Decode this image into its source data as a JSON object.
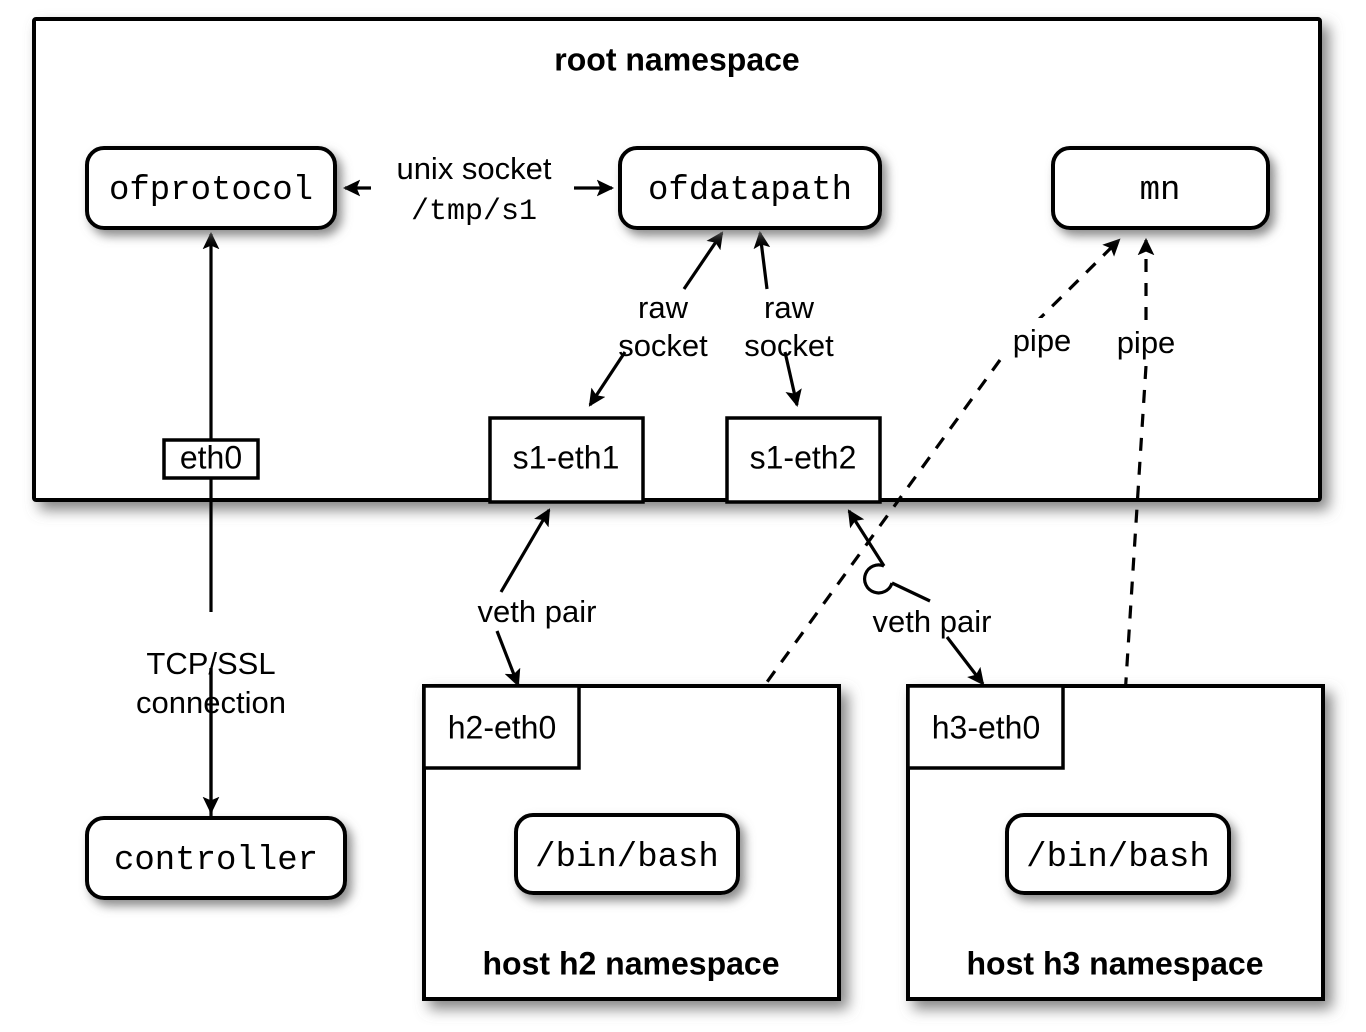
{
  "diagram": {
    "title": "Mininet network namespace architecture",
    "colors": {
      "stroke": "#000000",
      "fill": "#ffffff",
      "shadow": "#9a9a9a"
    },
    "root_namespace": {
      "label": "root namespace",
      "processes": [
        {
          "id": "ofprotocol",
          "label": "ofprotocol"
        },
        {
          "id": "ofdatapath",
          "label": "ofdatapath"
        },
        {
          "id": "mn",
          "label": "mn"
        }
      ],
      "interfaces": [
        {
          "id": "eth0",
          "label": "eth0"
        },
        {
          "id": "s1-eth1",
          "label": "s1-eth1"
        },
        {
          "id": "s1-eth2",
          "label": "s1-eth2"
        }
      ]
    },
    "external": {
      "controller": {
        "label": "controller"
      }
    },
    "host_namespaces": [
      {
        "id": "h2",
        "title": "host h2 namespace",
        "interface": "h2-eth0",
        "shell": "/bin/bash"
      },
      {
        "id": "h3",
        "title": "host h3 namespace",
        "interface": "h3-eth0",
        "shell": "/bin/bash"
      }
    ],
    "edge_labels": {
      "unix_socket_line1": "unix socket",
      "unix_socket_line2": "/tmp/s1",
      "raw_socket_1_line1": "raw",
      "raw_socket_1_line2": "socket",
      "raw_socket_2_line1": "raw",
      "raw_socket_2_line2": "socket",
      "pipe_left": "pipe",
      "pipe_right": "pipe",
      "veth_pair_left": "veth pair",
      "veth_pair_right": "veth pair",
      "tcp_ssl_line1": "TCP/SSL",
      "tcp_ssl_line2": "connection"
    }
  }
}
